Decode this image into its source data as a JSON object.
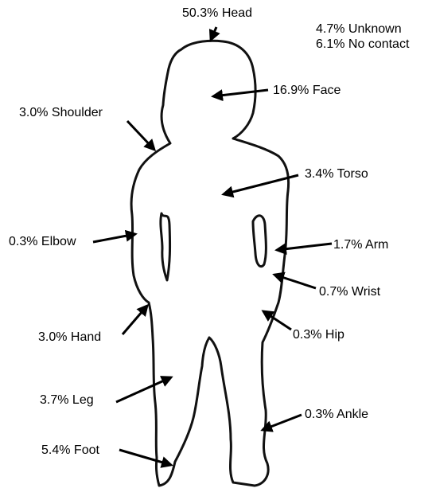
{
  "figure": {
    "labels": {
      "head": "50.3% Head",
      "unknown": "4.7% Unknown",
      "no_contact": "6.1% No contact",
      "face": "16.9% Face",
      "shoulder": "3.0% Shoulder",
      "torso": "3.4% Torso",
      "elbow": "0.3% Elbow",
      "arm": "1.7% Arm",
      "wrist": "0.7% Wrist",
      "hand": "3.0% Hand",
      "hip": "0.3% Hip",
      "leg": "3.7% Leg",
      "ankle": "0.3% Ankle",
      "foot": "5.4% Foot"
    },
    "body_regions": [
      {
        "region": "Head",
        "percent": 50.3
      },
      {
        "region": "Face",
        "percent": 16.9
      },
      {
        "region": "Shoulder",
        "percent": 3.0
      },
      {
        "region": "Torso",
        "percent": 3.4
      },
      {
        "region": "Elbow",
        "percent": 0.3
      },
      {
        "region": "Arm",
        "percent": 1.7
      },
      {
        "region": "Wrist",
        "percent": 0.7
      },
      {
        "region": "Hand",
        "percent": 3.0
      },
      {
        "region": "Hip",
        "percent": 0.3
      },
      {
        "region": "Leg",
        "percent": 3.7
      },
      {
        "region": "Ankle",
        "percent": 0.3
      },
      {
        "region": "Foot",
        "percent": 5.4
      },
      {
        "region": "Unknown",
        "percent": 4.7
      },
      {
        "region": "No contact",
        "percent": 6.1
      }
    ]
  }
}
